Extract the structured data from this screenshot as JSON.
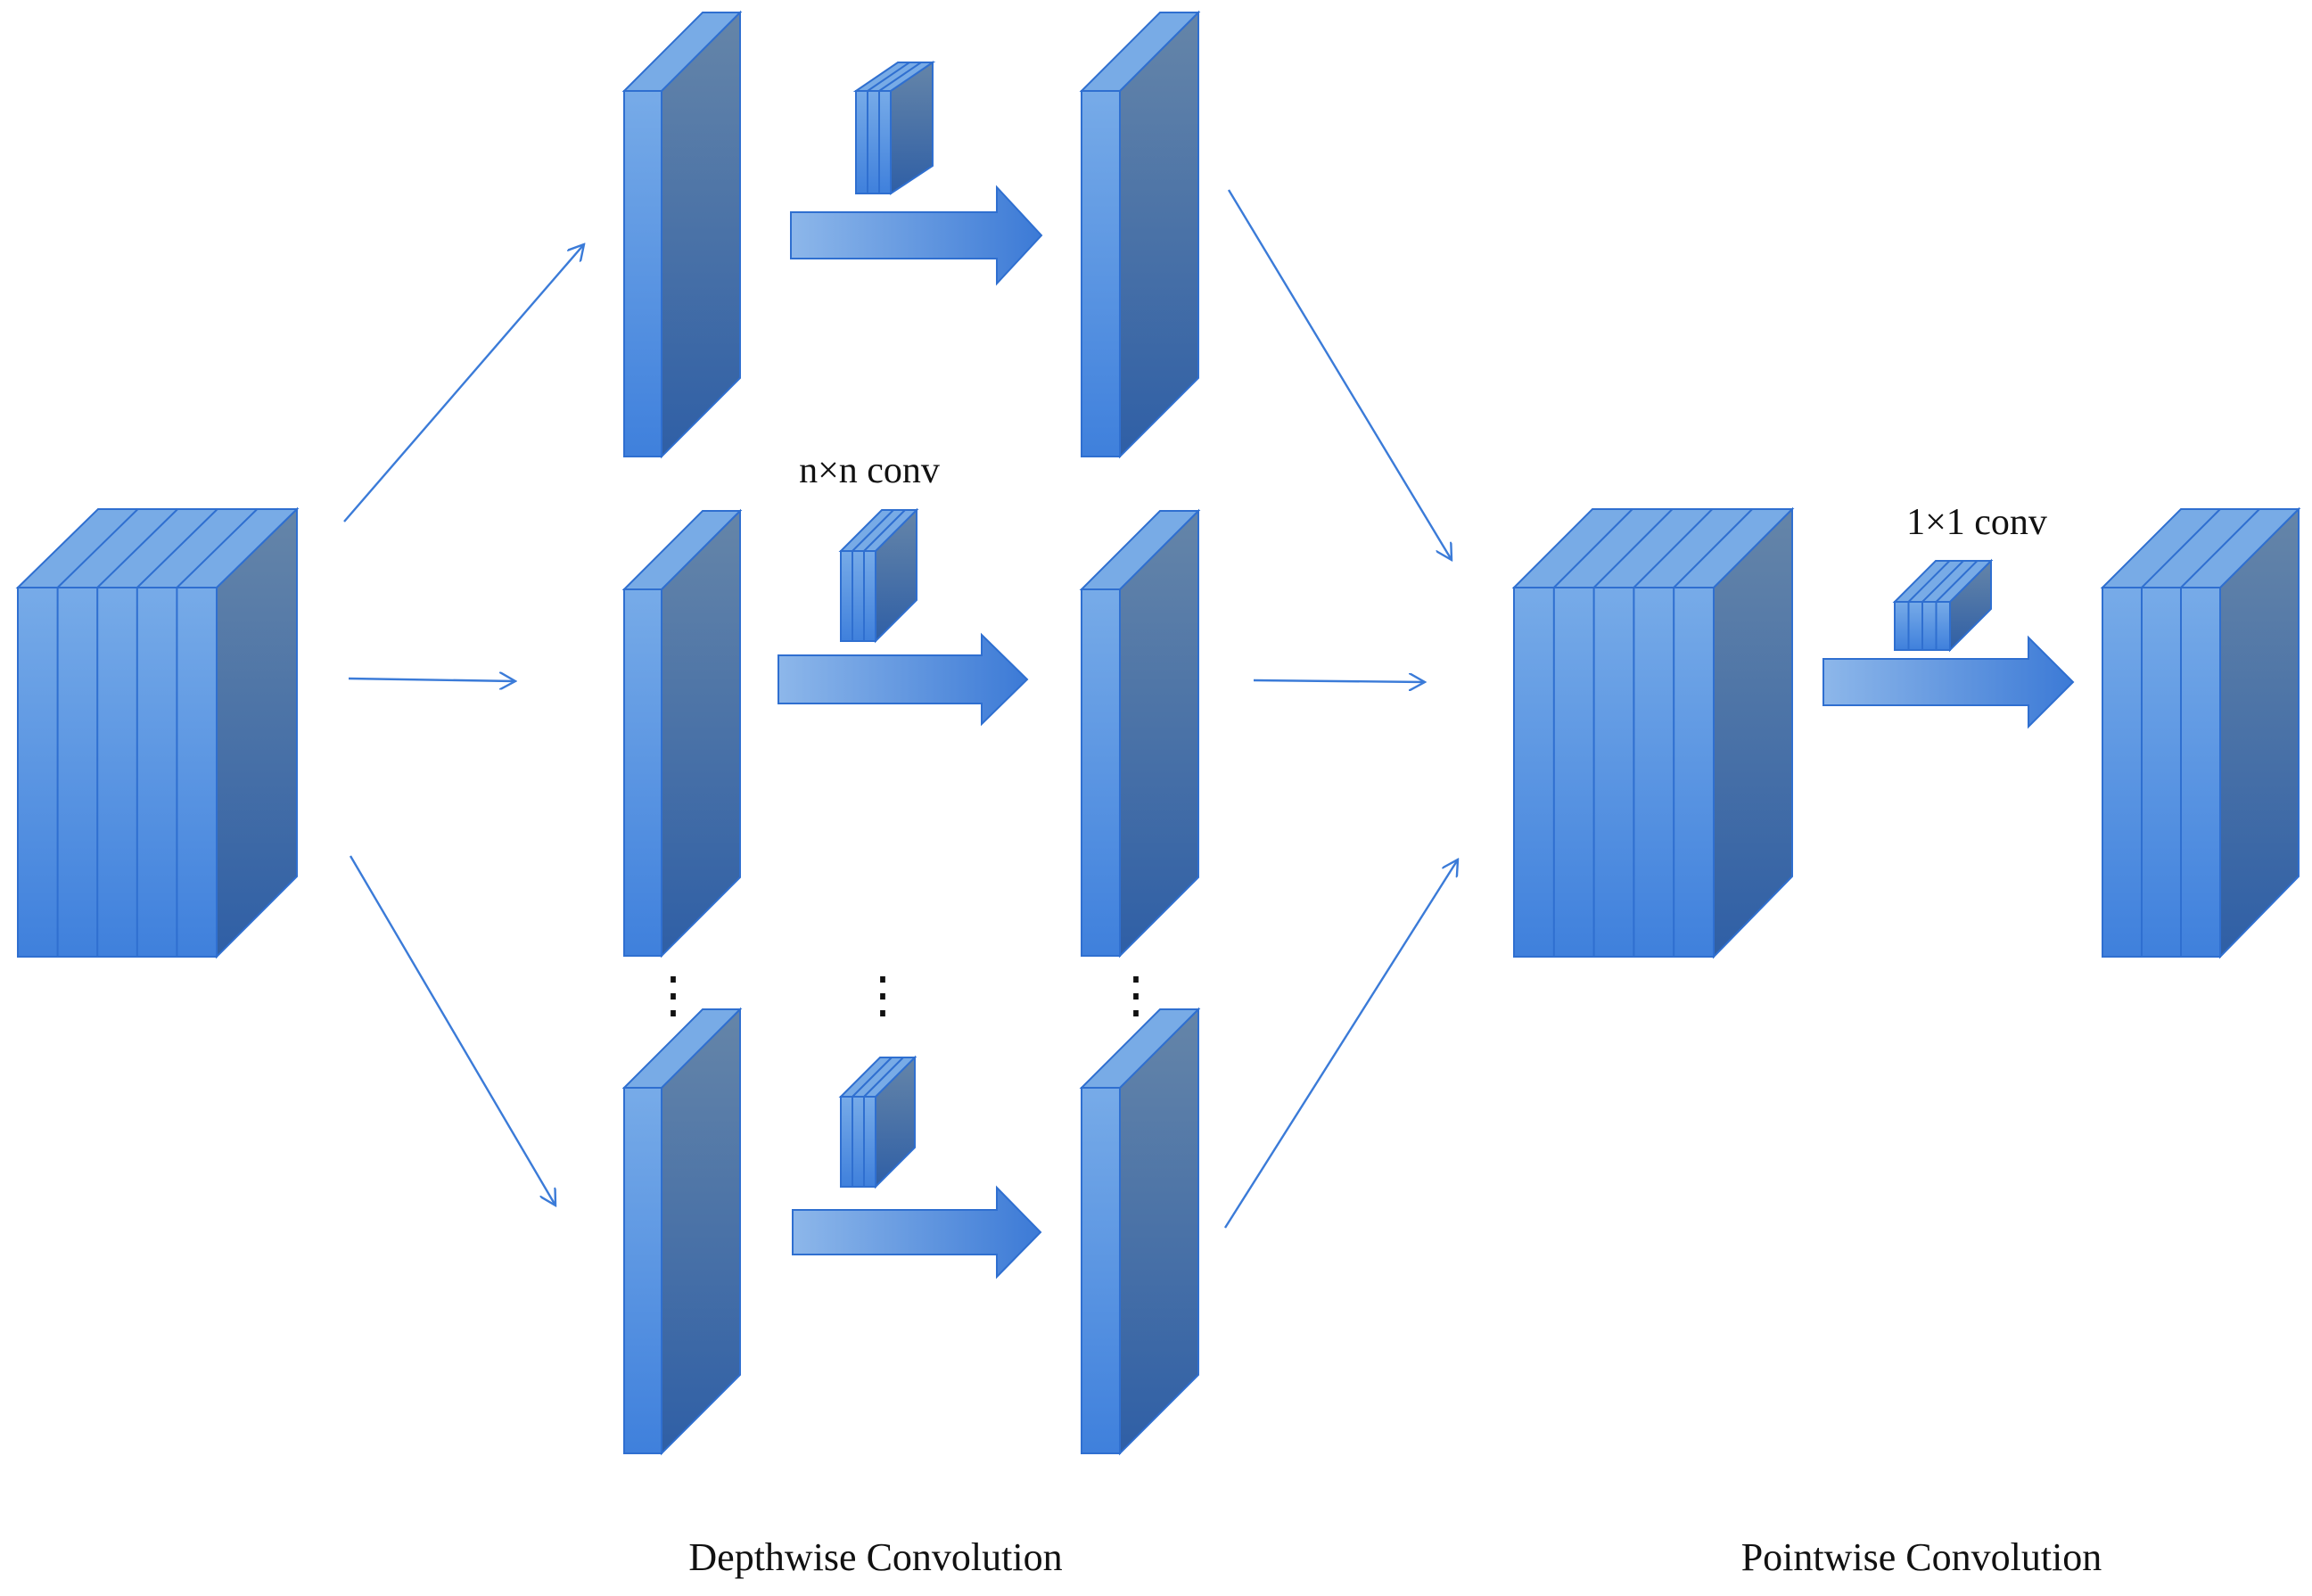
{
  "labels": {
    "depthwise_kernel": "n×n conv",
    "pointwise_kernel": "1×1 conv",
    "depthwise_caption": "Depthwise Convolution",
    "pointwise_caption": "Pointwise Convolution",
    "ellipsis": "⋮"
  },
  "colors": {
    "front": "#5b97e0",
    "side": "#4f76a6",
    "top": "#78abe6",
    "edge": "#2f6fd0",
    "arrow": "#3b7bd8"
  },
  "structure": {
    "input_channels": 5,
    "depthwise_branches": 3,
    "pointwise_channels": 3
  }
}
